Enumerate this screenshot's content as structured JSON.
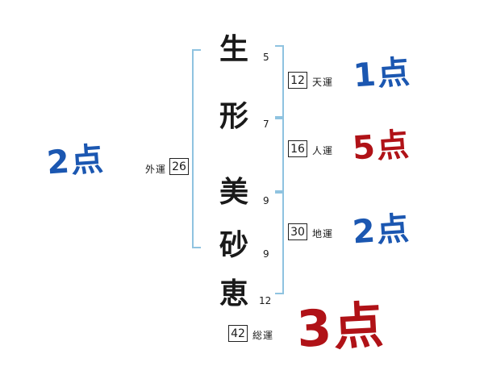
{
  "name": {
    "chars": [
      {
        "char": "生",
        "strokes": "5"
      },
      {
        "char": "形",
        "strokes": "7"
      },
      {
        "char": "美",
        "strokes": "9"
      },
      {
        "char": "砂",
        "strokes": "9"
      },
      {
        "char": "恵",
        "strokes": "12"
      }
    ]
  },
  "fortunes": {
    "heaven": {
      "label": "天運",
      "value": "12",
      "score": "1点",
      "score_color": "#1b57b1"
    },
    "person": {
      "label": "人運",
      "value": "16",
      "score": "5点",
      "score_color": "#b01217"
    },
    "earth": {
      "label": "地運",
      "value": "30",
      "score": "2点",
      "score_color": "#1b57b1"
    },
    "outer": {
      "label": "外運",
      "value": "26",
      "score": "2点",
      "score_color": "#1b57b1"
    },
    "total": {
      "label": "総運",
      "value": "42",
      "score": "3点",
      "score_color": "#b01217"
    }
  },
  "colors": {
    "good_score_blue": "#1b57b1",
    "bad_score_red": "#b01217",
    "bracket_blue": "#8fc3e0",
    "text_black": "#1a1a1a"
  }
}
